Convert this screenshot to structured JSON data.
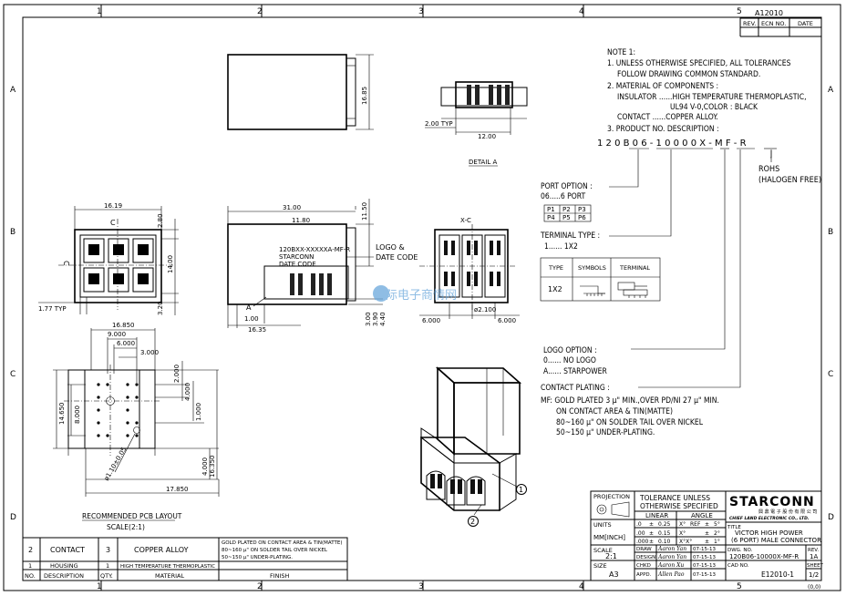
{
  "drawing": {
    "doc_number_top": "A12010",
    "revision_header": {
      "rev": "REV.",
      "ecn": "ECN NO.",
      "date": "DATE"
    },
    "grid_columns": [
      "1",
      "2",
      "3",
      "4",
      "5"
    ],
    "grid_rows": [
      "A",
      "B",
      "C",
      "D"
    ]
  },
  "notes": {
    "title": "NOTE 1:",
    "items": [
      "1. UNLESS OTHERWISE SPECIFIED, ALL TOLERANCES",
      "FOLLOW DRAWING COMMON STANDARD.",
      "2. MATERIAL OF COMPONENTS :",
      "INSULATOR ......HIGH TEMPERATURE THERMOPLASTIC,",
      "UL94 V-0,COLOR : BLACK",
      "CONTACT ......COPPER ALLOY.",
      "3. PRODUCT NO. DESCRIPTION :"
    ],
    "part_code": "1 2 0 B 0 6 - 1 0 0 0 0 X - M F - R",
    "rohs": "ROHS",
    "halogen": "(HALOGEN FREE)"
  },
  "options": {
    "port_option_label": "PORT OPTION :",
    "port_option_value": "06.....6 PORT",
    "ports": [
      "P1",
      "P2",
      "P3",
      "P4",
      "P5",
      "P6"
    ],
    "terminal_type_label": "TERMINAL TYPE :",
    "terminal_type_value": "1...... 1X2",
    "terminal_table_headers": [
      "TYPE",
      "SYMBOLS",
      "TERMINAL"
    ],
    "terminal_table_row": "1X2",
    "logo_option_label": "LOGO OPTION :",
    "logo_options": [
      "0...... NO LOGO",
      "A...... STARPOWER"
    ],
    "contact_plating_label": "CONTACT PLATING :",
    "contact_plating_lines": [
      "MF: GOLD PLATED 3 μ\" MIN.,OVER PD/NI 27 μ\" MIN.",
      "ON CONTACT AREA & TIN(MATTE)",
      "80~160 μ\" ON SOLDER TAIL OVER NICKEL",
      "50~150 μ\" UNDER-PLATING."
    ]
  },
  "dimensions": {
    "side_height": "16.85",
    "detail_a": {
      "typ": "2.00 TYP",
      "width": "12.00",
      "label": "DETAIL A"
    },
    "front": {
      "w": "16.19",
      "h1": "2.80",
      "h2": "14.00",
      "h3": "3.20",
      "typ": "1.77 TYP",
      "center": "C"
    },
    "side": {
      "l1": "31.00",
      "l2": "11.80",
      "h": "11.50",
      "b1": "1.00",
      "b2": "16.35",
      "d1": "3.00",
      "d2": "3.90",
      "d3": "4.40",
      "marker": "A"
    },
    "label_text": [
      "120BXX-XXXXXA-MF-R",
      "STARCONN",
      "DATE CODE"
    ],
    "logo_callout": [
      "LOGO &",
      "DATE CODE"
    ],
    "end": {
      "w1": "6.000",
      "w2": "6.000",
      "d": "ø2.100",
      "center": "X-C"
    },
    "pcb": {
      "w1": "16.850",
      "w2": "9.000",
      "w3": "6.000",
      "w4": "3.000",
      "h1": "14.650",
      "h2": "8.000",
      "r1": "2.000",
      "r2": "4.000",
      "r3": "1.000",
      "b1": "4.000",
      "b2": "16.350",
      "bw": "17.850",
      "hole": "ø1.10±0.05",
      "title": "RECOMMENDED PCB LAYOUT",
      "scale": "SCALE(2:1)"
    }
  },
  "callouts": [
    "1",
    "2"
  ],
  "bom": {
    "rows": [
      {
        "no": "2",
        "desc": "CONTACT",
        "qty": "3",
        "material": "COPPER ALLOY",
        "finish_lines": [
          "GOLD PLATED ON CONTACT AREA & TIN(MATTE)",
          "80~160 μ\" ON SOLDER TAIL OVER NICKEL",
          "50~150 μ\" UNDER-PLATING."
        ]
      },
      {
        "no": "1",
        "desc": "HOUSING",
        "qty": "1",
        "material": "HIGH TEMPERATURE THERMOPLASTIC",
        "finish_lines": []
      }
    ],
    "headers": {
      "no": "NO.",
      "desc": "DESCRIPTION",
      "qty": "QTY.",
      "material": "MATERIAL",
      "finish": "FINISH"
    }
  },
  "title_block": {
    "projection": "PROJECTION",
    "tolerance_title": [
      "TOLERANCE UNLESS",
      "OTHERWISE SPECIFIED"
    ],
    "linear": "LINEAR",
    "angle": "ANGLE",
    "units_label": "UNITS",
    "units_value": "MM[INCH]",
    "tol_rows": [
      [
        ".0",
        "±",
        "0.25",
        "X°",
        "REF",
        "±",
        "5°"
      ],
      [
        ".00",
        "±",
        "0.15",
        "X°",
        "",
        "±",
        "2°"
      ],
      [
        ".000",
        "±",
        "0.10",
        "X°X°",
        "",
        "±",
        "1°"
      ]
    ],
    "scale_label": "SCALE",
    "scale_value": "2:1",
    "size_label": "SIZE",
    "size_value": "A3",
    "roles": [
      "DRAW",
      "DESIGN",
      "CHKD",
      "APPD."
    ],
    "signers": [
      "Aaron Yan",
      "Aaron Yan",
      "Aaron Xu",
      "Allen Pao"
    ],
    "dates": [
      "07-15-13",
      "07-15-13",
      "07-15-13",
      "07-15-13"
    ],
    "company": "STARCONN",
    "company_cn": "興 鼎 電 子 股 份 有 限 公 司",
    "company_en": "CHIEF LAND ELECTRONIC CO., LTD.",
    "title_label": "TITLE",
    "title_lines": [
      "VICTOR HIGH POWER",
      "(6 PORT) MALE CONNECTOR"
    ],
    "dwg_label": "DWG. NO.",
    "dwg_value": "120B06-10000X-MF-R",
    "rev_label": "REV.",
    "rev_value": "1A",
    "cad_label": "CAD NO.",
    "cad_value": "E12010-1",
    "sheet_label": "SHEET",
    "sheet_value": "1/2",
    "origin": "(0,0)"
  },
  "watermark": "国际电子商情网"
}
